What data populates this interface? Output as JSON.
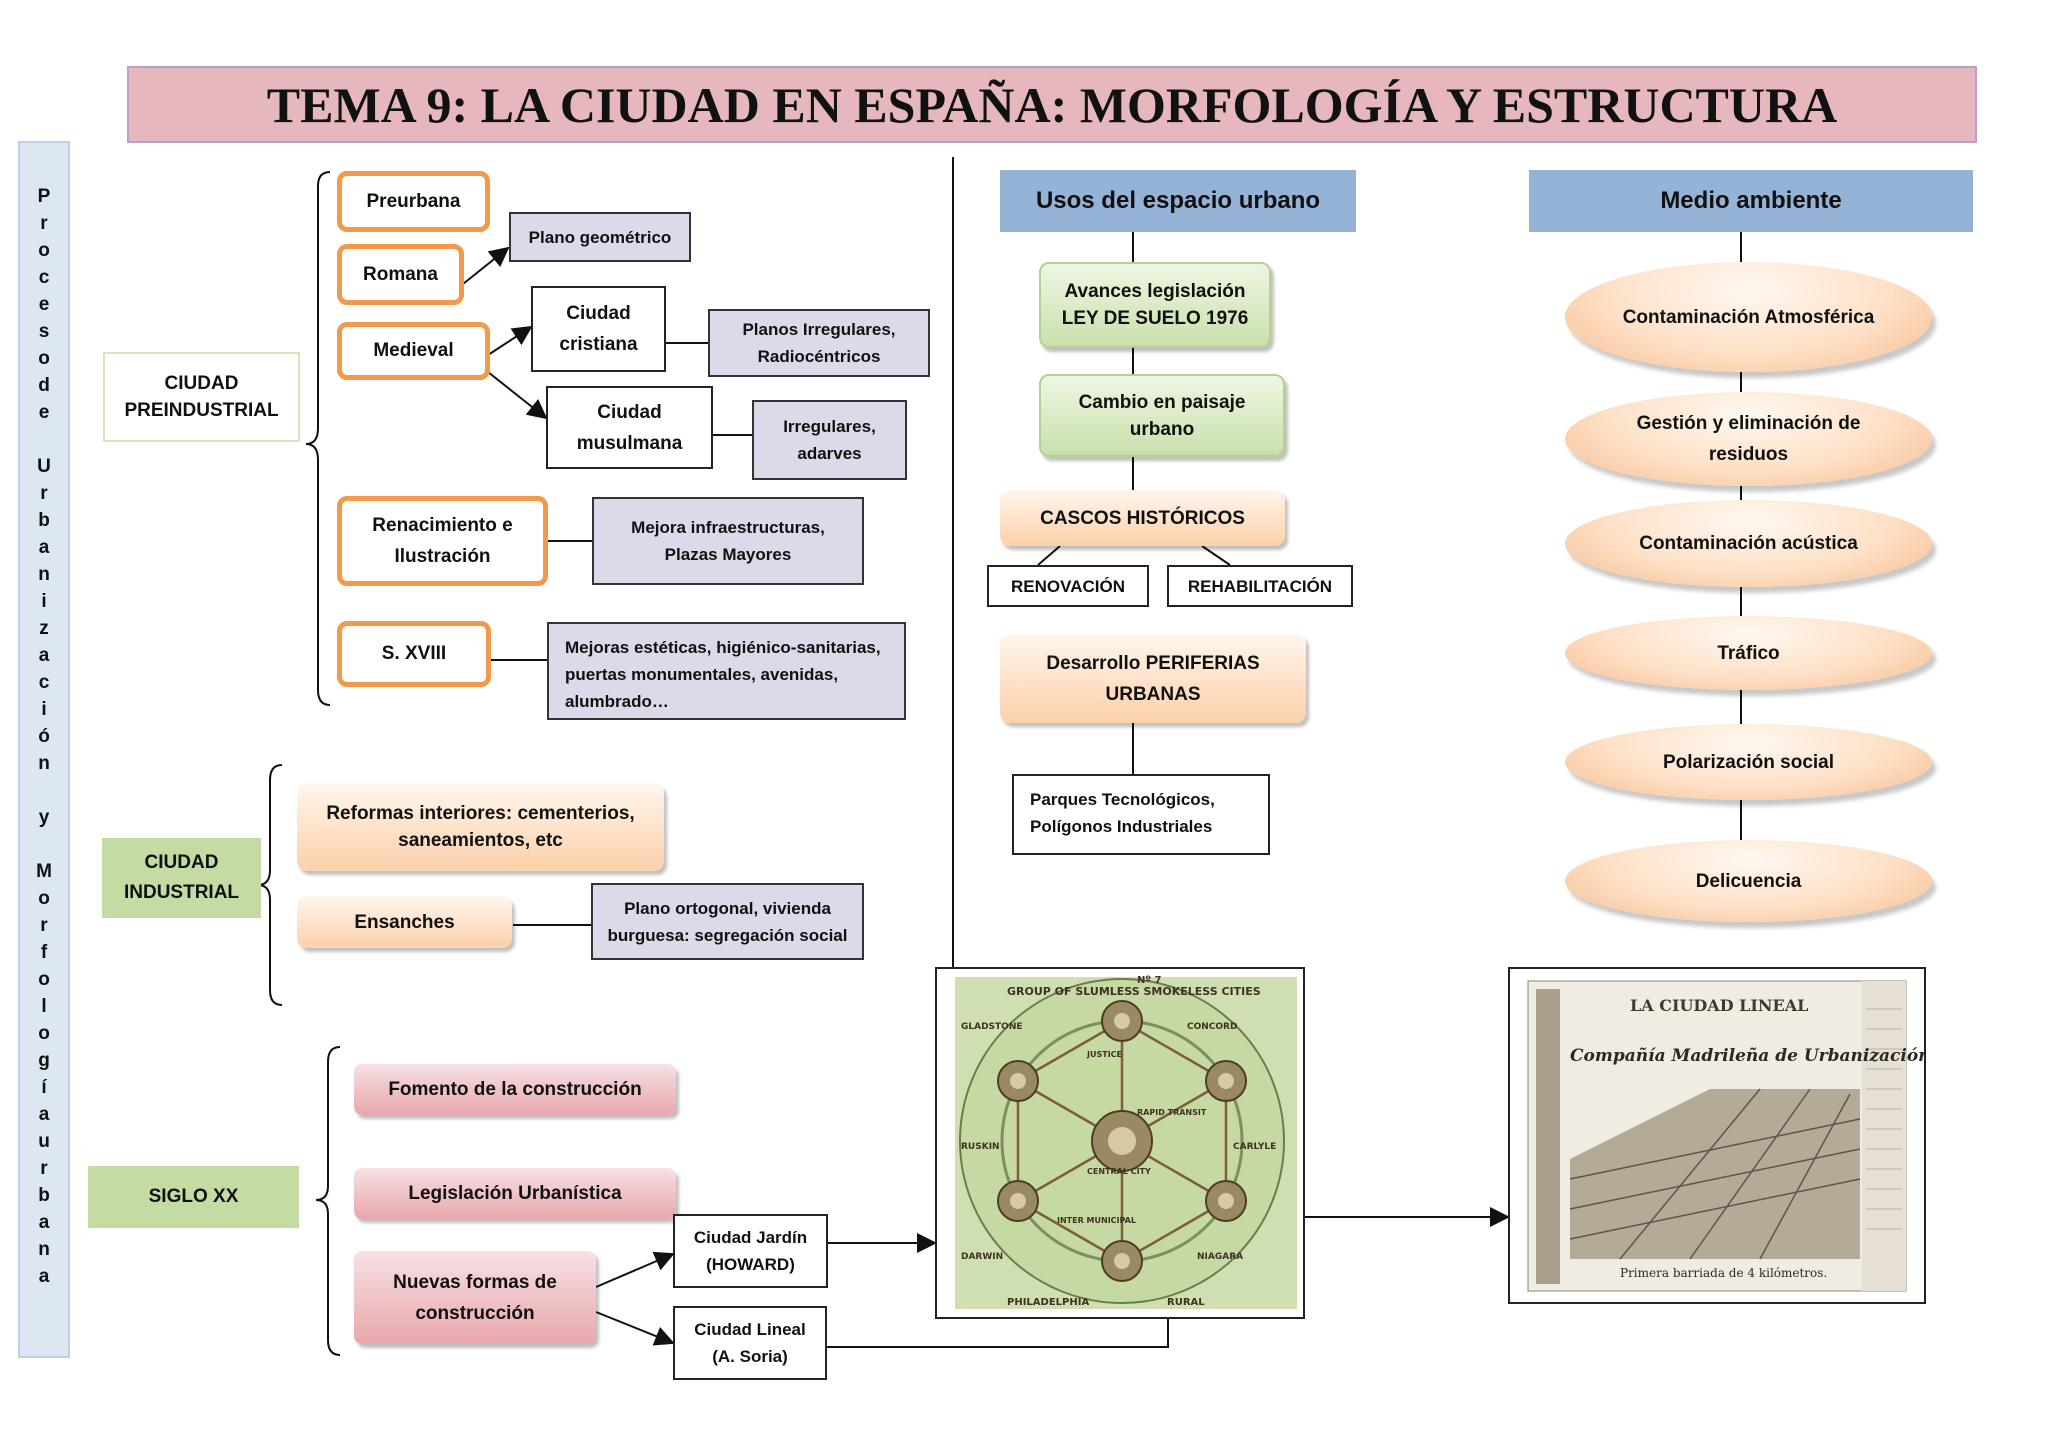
{
  "title": "TEMA 9: LA CIUDAD EN ESPAÑA: MORFOLOGÍA Y ESTRUCTURA",
  "sidebar_vertical": [
    "P",
    "r",
    "o",
    "c",
    "e",
    "s",
    "o",
    "d",
    "e",
    "",
    "U",
    "r",
    "b",
    "a",
    "n",
    "i",
    "z",
    "a",
    "c",
    "i",
    "ó",
    "n",
    "",
    "y",
    "",
    "M",
    "o",
    "r",
    "f",
    "o",
    "l",
    "o",
    "g",
    "í",
    "a",
    "u",
    "r",
    "b",
    "a",
    "n",
    "a"
  ],
  "preindustrial": {
    "label": "CIUDAD PREINDUSTRIAL",
    "preurbana": "Preurbana",
    "romana": "Romana",
    "plano_geometrico": "Plano geométrico",
    "medieval": "Medieval",
    "ciudad_cristiana": "Ciudad cristiana",
    "planos_irregulares": "Planos Irregulares, Radiocéntricos",
    "ciudad_musulmana": "Ciudad musulmana",
    "irregulares_adarves": "Irregulares, adarves",
    "renacimiento": "Renacimiento e Ilustración",
    "mejora_infra": "Mejora infraestructuras, Plazas Mayores",
    "s_xviii": "S. XVIII",
    "mejoras_esteticas": "Mejoras estéticas, higiénico-sanitarias, puertas monumentales, avenidas, alumbrado…"
  },
  "industrial": {
    "label": "CIUDAD INDUSTRIAL",
    "reformas": "Reformas interiores: cementerios, saneamientos, etc",
    "ensanches": "Ensanches",
    "plano_ortogonal": "Plano ortogonal, vivienda burguesa: segregación social"
  },
  "siglo_xx": {
    "label": "SIGLO XX",
    "fomento": "Fomento de la construcción",
    "legislacion": "Legislación Urbanística",
    "nuevas_formas": "Nuevas formas de construcción",
    "ciudad_jardin": "Ciudad Jardín (HOWARD)",
    "ciudad_lineal": "Ciudad Lineal (A. Soria)"
  },
  "usos": {
    "header": "Usos del espacio urbano",
    "avances": "Avances legislación LEY DE SUELO 1976",
    "cambio": "Cambio en paisaje urbano",
    "cascos": "CASCOS HISTÓRICOS",
    "renovacion": "RENOVACIÓN",
    "rehabilitacion": "REHABILITACIÓN",
    "periferias": "Desarrollo PERIFERIAS URBANAS",
    "parques": "Parques Tecnológicos, Polígonos Industriales"
  },
  "medio_ambiente": {
    "header": "Medio ambiente",
    "items": [
      "Contaminación Atmosférica",
      "Gestión y eliminación de residuos",
      "Contaminación acústica",
      "Tráfico",
      "Polarización social",
      "Delicuencia"
    ]
  },
  "images": {
    "garden_city": {
      "title": "GROUP OF SLUMLESS SMOKELESS CITIES",
      "label_no": "Nº 7",
      "center_city": "CENTRAL CITY",
      "inter_municipal": "INTER MUNICIPAL",
      "rapid_transit": "RAPID TRANSIT",
      "philadelphia": "PHILADELPHIA",
      "gladstone": "GLADSTONE",
      "concord": "CONCORD",
      "carlyle": "CARLYLE",
      "justice": "JUSTICE",
      "ruskin": "RUSKIN",
      "darwin": "DARWIN",
      "niagara": "NIAGARA",
      "rural": "RURAL"
    },
    "ciudad_lineal": {
      "header": "LA CIUDAD LINEAL",
      "company": "Compañía Madrileña de Urbanización",
      "caption": "Primera barriada de 4 kilómetros."
    }
  },
  "colors": {
    "title_bg": "#e6b8bd",
    "orange_border": "#f19a4e",
    "lavender": "#dcd9ea",
    "green": "#c4dca4",
    "blue_header": "#95b3d7",
    "vertical_bg": "#dde6f3"
  }
}
